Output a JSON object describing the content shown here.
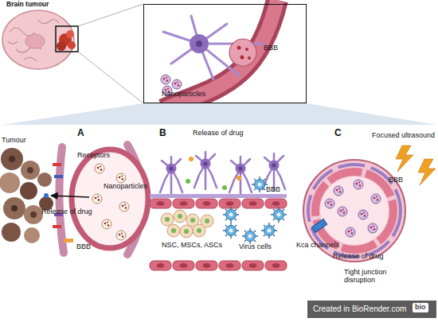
{
  "diagram": {
    "nodes": [
      {
        "text": [
          "BBB",
          "Nanoparticles"
        ]
      },
      {
        "text": [
          "Created in BioRender.com",
          "bio"
        ]
      }
    ],
    "labels": [
      "Brain tumour",
      "A",
      "Tumour",
      "Receptors",
      "Nanoparticles",
      "Release of drug",
      "BBB",
      "B",
      "Release of drug",
      "BBB",
      "Virus cells",
      "NSC, MSCs, ASCs",
      "C",
      "Focused ultrasound",
      "BBB",
      "Kca channels",
      "Release of drug",
      "Tight junction disruption"
    ]
  }
}
